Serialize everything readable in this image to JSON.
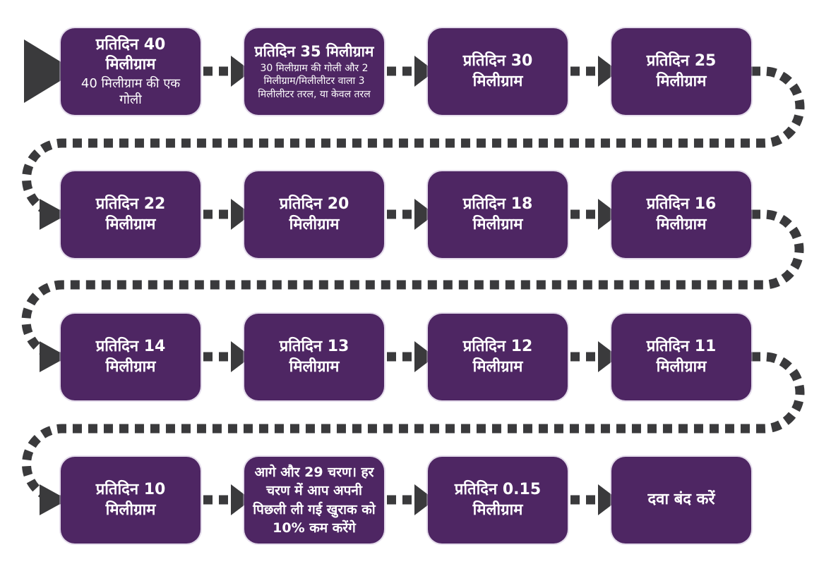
{
  "colors": {
    "box_fill": "#4E2663",
    "connector": "#3A3A3C",
    "text": "#FFFFFF",
    "background": "#FFFFFF"
  },
  "steps": [
    {
      "title": "प्रतिदिन 40 मिलीग्राम",
      "subtitle": "40 मिलीग्राम की एक गोली"
    },
    {
      "title": "प्रतिदिन 35 मिलीग्राम",
      "subtitle": "30 मिलीग्राम की गोली और 2 मिलीग्राम/मिलीलीटर वाला 3 मिलीलीटर तरल, या केवल तरल"
    },
    {
      "title": "प्रतिदिन 30 मिलीग्राम"
    },
    {
      "title": "प्रतिदिन 25 मिलीग्राम"
    },
    {
      "title": "प्रतिदिन 22 मिलीग्राम"
    },
    {
      "title": "प्रतिदिन 20 मिलीग्राम"
    },
    {
      "title": "प्रतिदिन 18 मिलीग्राम"
    },
    {
      "title": "प्रतिदिन 16 मिलीग्राम"
    },
    {
      "title": "प्रतिदिन 14 मिलीग्राम"
    },
    {
      "title": "प्रतिदिन 13 मिलीग्राम"
    },
    {
      "title": "प्रतिदिन 12 मिलीग्राम"
    },
    {
      "title": "प्रतिदिन 11 मिलीग्राम"
    },
    {
      "title": "प्रतिदिन 10 मिलीग्राम"
    },
    {
      "title": "आगे और 29 चरण। हर चरण में आप अपनी पिछली ली गई खुराक को 10% कम करेंगे"
    },
    {
      "title": "प्रतिदिन 0.15 मिलीग्राम"
    },
    {
      "title": "दवा बंद करें"
    }
  ]
}
